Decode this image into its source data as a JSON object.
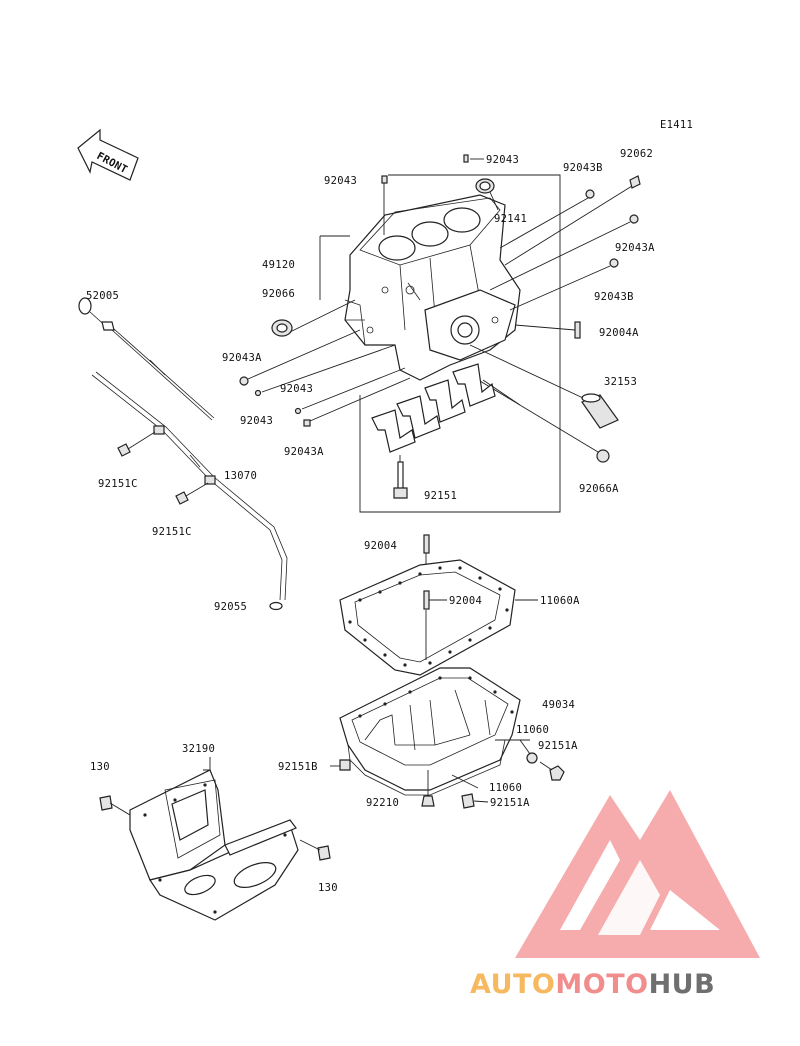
{
  "diagram": {
    "code": "E1411",
    "front_label": "FRONT",
    "labels": {
      "p92043_top": "92043",
      "p92043_left": "92043",
      "p92043B_top": "92043B",
      "p92062": "92062",
      "p92141": "92141",
      "p49120": "49120",
      "p92043A_right": "92043A",
      "p92066": "92066",
      "p92043B_right": "92043B",
      "p92004A": "92004A",
      "p92043A_left": "92043A",
      "p92043_mid1": "92043",
      "p92043_mid2": "92043",
      "p92043A_bottom": "92043A",
      "p32153": "32153",
      "p92151": "92151",
      "p92066A": "92066A",
      "p52005": "52005",
      "p92151C_1": "92151C",
      "p13070": "13070",
      "p92151C_2": "92151C",
      "p92055": "92055",
      "p92004_top": "92004",
      "p92004_mid": "92004",
      "p11060A": "11060A",
      "p49034": "49034",
      "p11060_1": "11060",
      "p92151A_1": "92151A",
      "p92151B": "92151B",
      "p11060_2": "11060",
      "p92210": "92210",
      "p92151A_2": "92151A",
      "p130_1": "130",
      "p32190": "32190",
      "p130_2": "130"
    }
  },
  "watermark": {
    "part1": "AUTO",
    "part2": "MOTO",
    "part3": "HUB",
    "colors": {
      "auto": "#f6b95f",
      "moto": "#f28d8d",
      "hub": "#6f6f6f",
      "triangle": "#f39a9a"
    }
  }
}
